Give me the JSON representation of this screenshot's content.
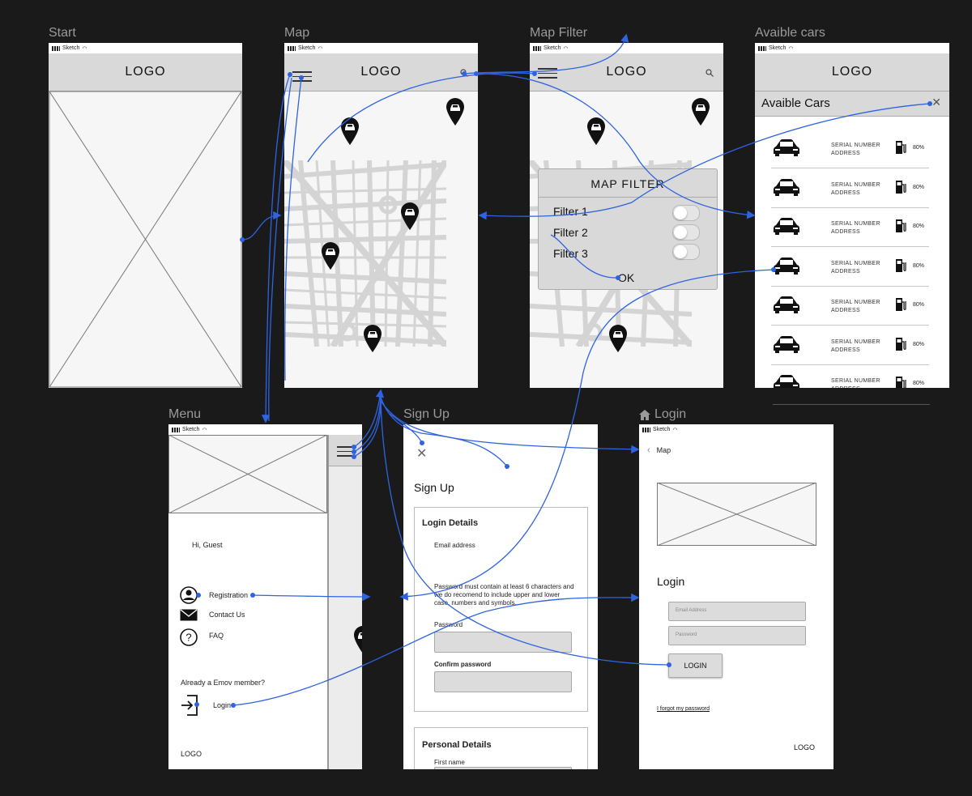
{
  "labels": {
    "start": "Start",
    "map": "Map",
    "map_filter": "Map Filter",
    "available_cars": "Avaible cars",
    "menu": "Menu",
    "sign_up": "Sign Up",
    "login": "Login"
  },
  "status_bar": {
    "carrier": "Sketch"
  },
  "logo": "LOGO",
  "map_filter": {
    "title": "MAP FILTER",
    "filters": [
      "Filter 1",
      "Filter 2",
      "Filter 3"
    ],
    "ok": "OK"
  },
  "cars": {
    "header": "Avaible Cars",
    "close_icon": "close-icon",
    "rows": [
      {
        "serial": "SERIAL NUMBER",
        "address": "ADDRESS",
        "battery": "80%"
      },
      {
        "serial": "SERIAL NUMBER",
        "address": "ADDRESS",
        "battery": "80%"
      },
      {
        "serial": "SERIAL NUMBER",
        "address": "ADDRESS",
        "battery": "80%"
      },
      {
        "serial": "SERIAL NUMBER",
        "address": "ADDRESS",
        "battery": "80%"
      },
      {
        "serial": "SERIAL NUMBER",
        "address": "ADDRESS",
        "battery": "80%"
      },
      {
        "serial": "SERIAL NUMBER",
        "address": "ADDRESS",
        "battery": "80%"
      },
      {
        "serial": "SERIAL NUMBER",
        "address": "ADDRESS",
        "battery": "80%"
      }
    ]
  },
  "menu": {
    "greeting": "Hi, Guest",
    "items": [
      "Registration",
      "Contact Us",
      "FAQ"
    ],
    "member_prompt": "Already a Emov member?",
    "login": "Login",
    "logo": "LOGO"
  },
  "signup": {
    "title": "Sign Up",
    "login_details": "Login Details",
    "email_label": "Email address",
    "password_hint": "Password must contain at least 6 characters and we do recomend to include upper and lower case, numbers and symbols.",
    "password_label": "Password",
    "confirm_label": "Confirm password",
    "personal_details": "Personal Details",
    "first_name": "First name"
  },
  "login": {
    "back": "Map",
    "title": "Login",
    "email_placeholder": "Email Address",
    "password_placeholder": "Password",
    "button": "LOGIN",
    "forgot": "I forgot my password",
    "logo": "LOGO"
  },
  "colors": {
    "connector": "#2f63e0",
    "background": "#1a1a1a",
    "navbar": "#d9d9d9"
  }
}
